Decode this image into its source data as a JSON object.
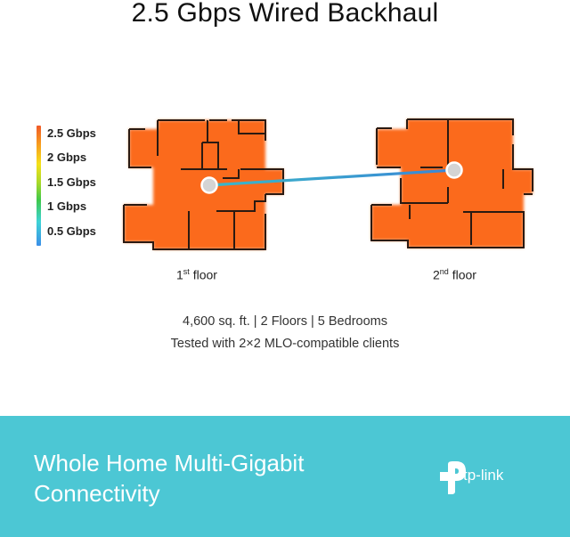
{
  "title": "2.5 Gbps Wired Backhaul",
  "legend": {
    "labels": [
      "2.5 Gbps",
      "2 Gbps",
      "1.5 Gbps",
      "1 Gbps",
      "0.5 Gbps"
    ],
    "gradient_colors": [
      "#f05a28",
      "#f5e11a",
      "#3fc84a",
      "#3ed3d6",
      "#3b8ee8"
    ]
  },
  "floors": [
    {
      "number": "1",
      "suffix": "st",
      "label": "floor",
      "coverage_color": "#fb6a1e"
    },
    {
      "number": "2",
      "suffix": "nd",
      "label": "floor",
      "coverage_color": "#fb6a1e"
    }
  ],
  "backhaul_line_colors": [
    "#3bb8c8",
    "#3a86d6"
  ],
  "info": {
    "specs": "4,600 sq. ft. | 2 Floors | 5 Bedrooms",
    "tested": "Tested with 2×2 MLO-compatible clients"
  },
  "banner": {
    "line1": "Whole Home Multi-Gigabit",
    "line2": "Connectivity",
    "background": "#4cc7d4",
    "brand": "tp-link"
  }
}
